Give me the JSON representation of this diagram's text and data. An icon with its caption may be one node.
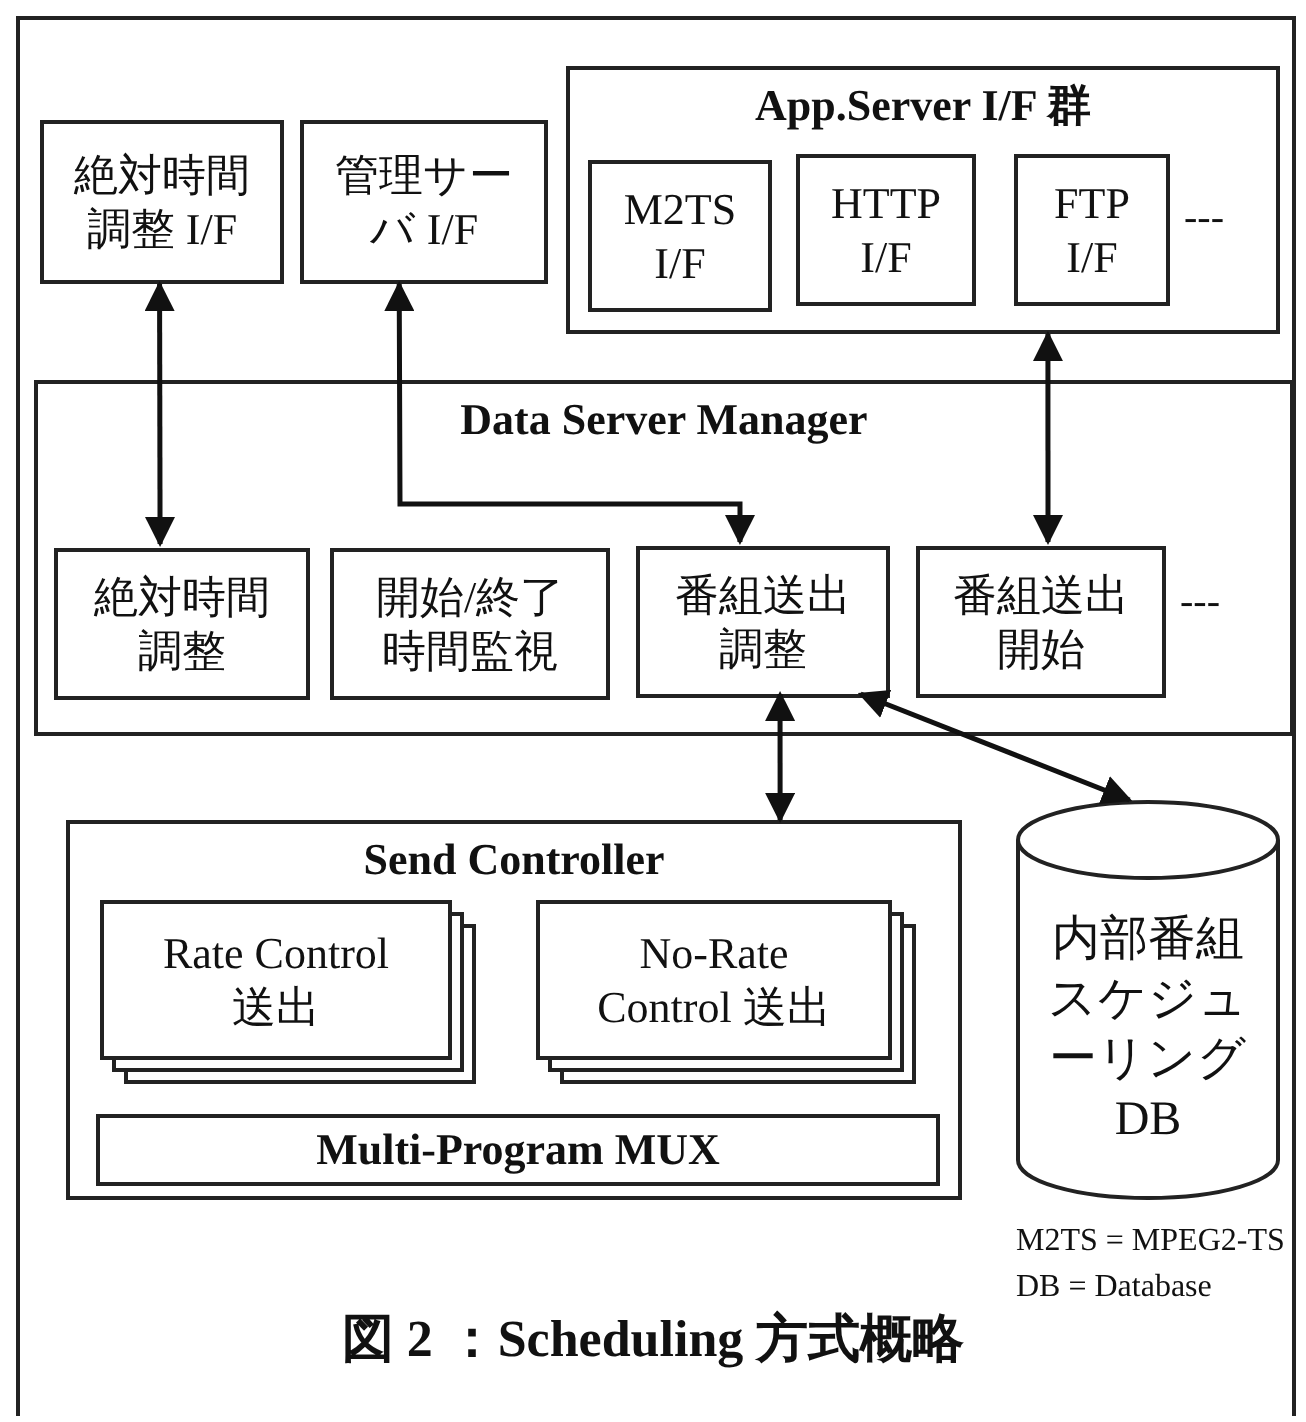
{
  "diagram": {
    "caption": "図 2 ：Scheduling 方式概略",
    "nodes": [
      {
        "text": [
          "絶対時間調整 I/F"
        ]
      },
      {
        "text": [
          "管理サーバ I/F"
        ]
      },
      {
        "text": [
          "App.Server I/F 群"
        ]
      },
      {
        "text": [
          "M2TS I/F"
        ],
        "in": 2
      },
      {
        "text": [
          "HTTP I/F"
        ],
        "in": 2
      },
      {
        "text": [
          "FTP I/F"
        ],
        "in": 2
      },
      {
        "text": [
          "Data Server Manager"
        ]
      },
      {
        "text": [
          "絶対時間調整"
        ],
        "in": 6
      },
      {
        "text": [
          "開始/終了時間監視"
        ],
        "in": 6
      },
      {
        "text": [
          "番組送出調整"
        ],
        "in": 6
      },
      {
        "text": [
          "番組送出開始"
        ],
        "in": 6
      },
      {
        "text": [
          "Send Controller"
        ]
      },
      {
        "text": [
          "Rate Control 送出"
        ],
        "in": 11
      },
      {
        "text": [
          "No-Rate Control 送出"
        ],
        "in": 11
      },
      {
        "text": [
          "Multi-Program MUX"
        ],
        "in": 11
      },
      {
        "text": [
          "内部番組スケジューリングDB"
        ]
      }
    ],
    "edges": [
      {
        "from": 0,
        "to": 7,
        "arrow": "both"
      },
      {
        "from": 9,
        "to": 1,
        "arrow": "both"
      },
      {
        "from": 2,
        "to": 10,
        "arrow": "both"
      },
      {
        "from": 9,
        "to": 11,
        "arrow": "both"
      },
      {
        "from": 9,
        "to": 15,
        "arrow": "both"
      }
    ],
    "labels": [
      "---",
      "---",
      "M2TS = MPEG2-TS",
      "DB = Database"
    ]
  }
}
